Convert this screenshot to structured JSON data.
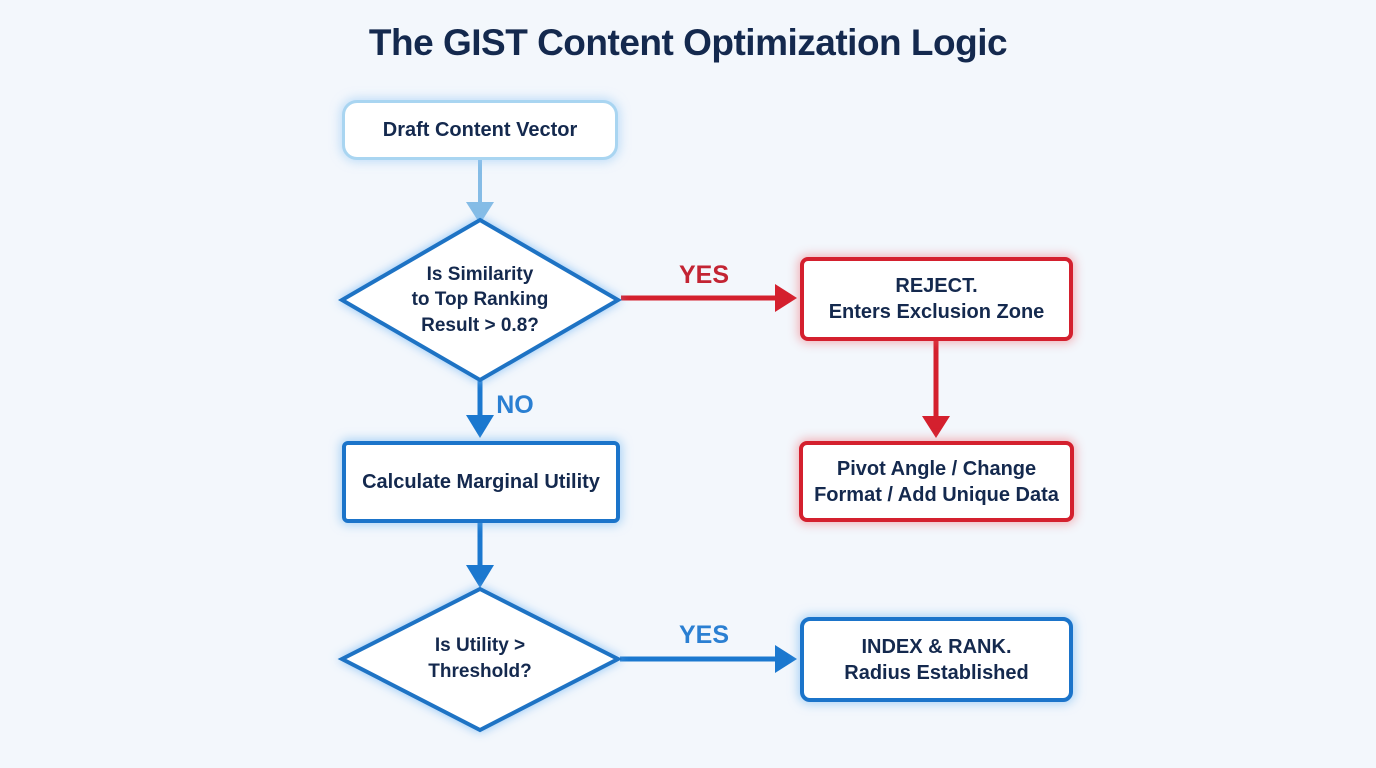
{
  "title": "The GIST Content Optimization Logic",
  "colors": {
    "background": "#f3f7fc",
    "navy_text": "#14294e",
    "blue_border": "#1b74ca",
    "light_blue_border": "#a9d5f1",
    "light_blue_arrow": "#85bce6",
    "blue_arrow": "#1b78cf",
    "red": "#d4202e",
    "label_red": "#c32433",
    "label_blue": "#2a7fd2"
  },
  "nodes": {
    "start": {
      "label": "Draft Content Vector"
    },
    "decision1": {
      "line1": "Is Similarity",
      "line2": "to Top Ranking",
      "line3": "Result > 0.8?"
    },
    "reject": {
      "line1": "REJECT.",
      "line2": "Enters Exclusion Zone"
    },
    "pivot": {
      "line1": "Pivot Angle / Change",
      "line2": "Format / Add Unique Data"
    },
    "calculate": {
      "label": "Calculate Marginal Utility"
    },
    "decision2": {
      "line1": "Is Utility >",
      "line2": "Threshold?"
    },
    "index": {
      "line1": "INDEX & RANK.",
      "line2": "Radius Established"
    }
  },
  "edges": {
    "decision1_yes": "YES",
    "decision1_no": "NO",
    "decision2_yes": "YES"
  }
}
